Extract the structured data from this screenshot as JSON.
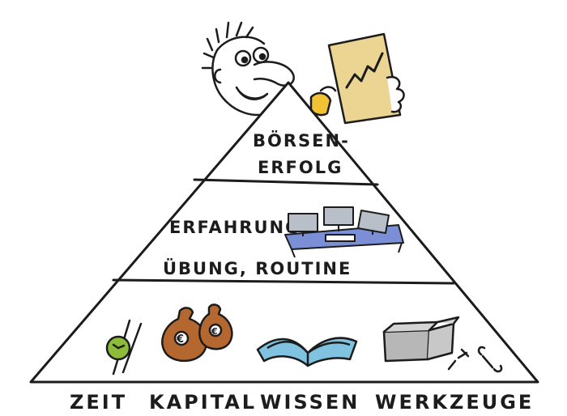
{
  "pyramid": {
    "top": {
      "line1": "BÖRSEN-",
      "line2": "ERFOLG"
    },
    "middle": {
      "line1": "ERFAHRUNG",
      "line2": "ÜBUNG, ROUTINE"
    }
  },
  "foundation": {
    "labels": [
      "ZEIT",
      "KAPITAL",
      "WISSEN",
      "WERKZEUGE"
    ],
    "icons": [
      "clock-icon",
      "money-bags-icon",
      "open-book-icon",
      "toolbox-icon"
    ]
  },
  "illustration": {
    "figure": "person-peeking-icon",
    "document": "rising-chart-document-icon",
    "desk": "trading-desk-icon"
  },
  "colors": {
    "ink": "#1c1c1c",
    "document": "#ecd592",
    "hand": "#f1c233",
    "money_bag": "#b4672f",
    "clock_face": "#8dbc38",
    "book_pages": "#7fc3e0",
    "desk": "#7a8fd6",
    "monitor": "#b9bfc9",
    "box": "#b7b7b7"
  }
}
